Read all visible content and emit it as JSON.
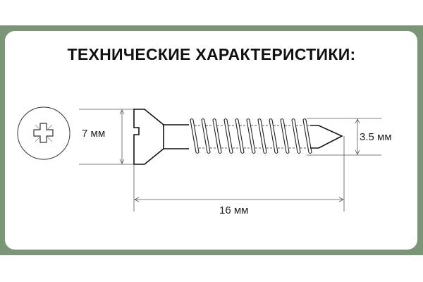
{
  "title": "ТЕХНИЧЕСКИЕ ХАРАКТЕРИСТИКИ:",
  "dimensions": {
    "head_diameter": "7 мм",
    "thread_diameter": "3.5 мм",
    "length": "16 мм"
  },
  "colors": {
    "border": "#7b9676",
    "line": "#222222"
  }
}
